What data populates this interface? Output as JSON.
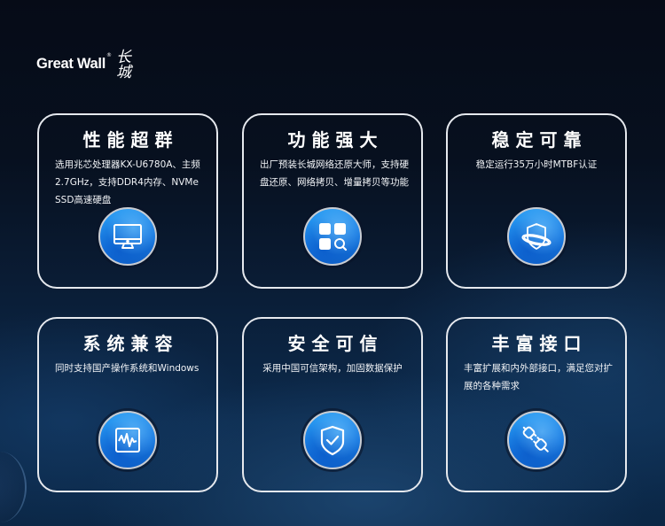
{
  "brand": {
    "name": "Great Wall",
    "registered": "®",
    "chinese": "长城"
  },
  "cards": [
    {
      "title": "性能超群",
      "description": "选用兆芯处理器KX-U6780A、主频2.7GHz，支持DDR4内存、NVMe SSD高速硬盘",
      "icon": "monitor-icon"
    },
    {
      "title": "功能强大",
      "description": "出厂预装长城网络还原大师，支持硬盘还原、网络拷贝、增量拷贝等功能",
      "icon": "apps-search-icon"
    },
    {
      "title": "稳定可靠",
      "description": "稳定运行35万小时MTBF认证",
      "icon": "shield-orbit-icon"
    },
    {
      "title": "系统兼容",
      "description": "同时支持国产操作系统和Windows",
      "icon": "waveform-icon"
    },
    {
      "title": "安全可信",
      "description": "采用中国可信架构，加固数据保护",
      "icon": "shield-check-icon"
    },
    {
      "title": "丰富接口",
      "description": "丰富扩展和内外部接口，满足您对扩展的各种需求",
      "icon": "plug-connector-icon"
    }
  ],
  "colors": {
    "background_top": "#060b17",
    "background_bottom": "#0b2746",
    "card_border": "#e6e9ee",
    "icon_blue": "#1677e0"
  }
}
